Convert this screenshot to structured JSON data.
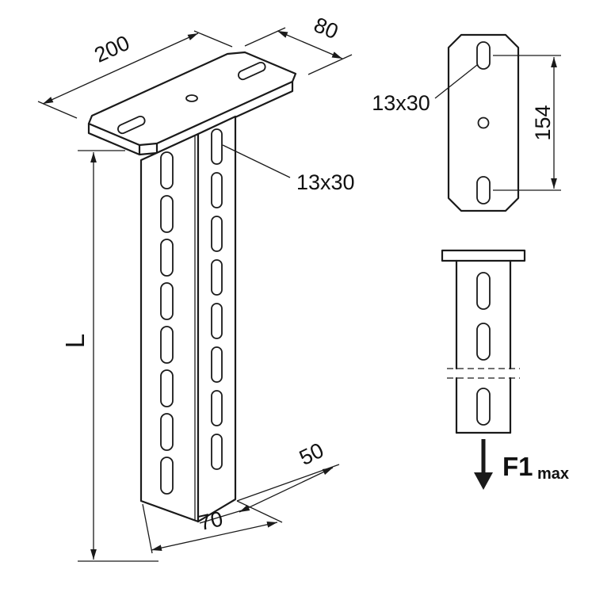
{
  "title": "Ceiling bracket technical drawing",
  "views": {
    "isometric": {
      "dim_length": "200",
      "dim_width": "80",
      "dim_height": "L",
      "dim_foot_depth": "50",
      "dim_foot_width": "70",
      "slot_callout": "13x30"
    },
    "top": {
      "slot_callout": "13x30",
      "dim_slot_spacing": "154"
    },
    "front": {
      "force_label": "F1",
      "force_subscript": "max"
    }
  },
  "colors": {
    "line": "#1a1a1a",
    "background": "#ffffff"
  }
}
